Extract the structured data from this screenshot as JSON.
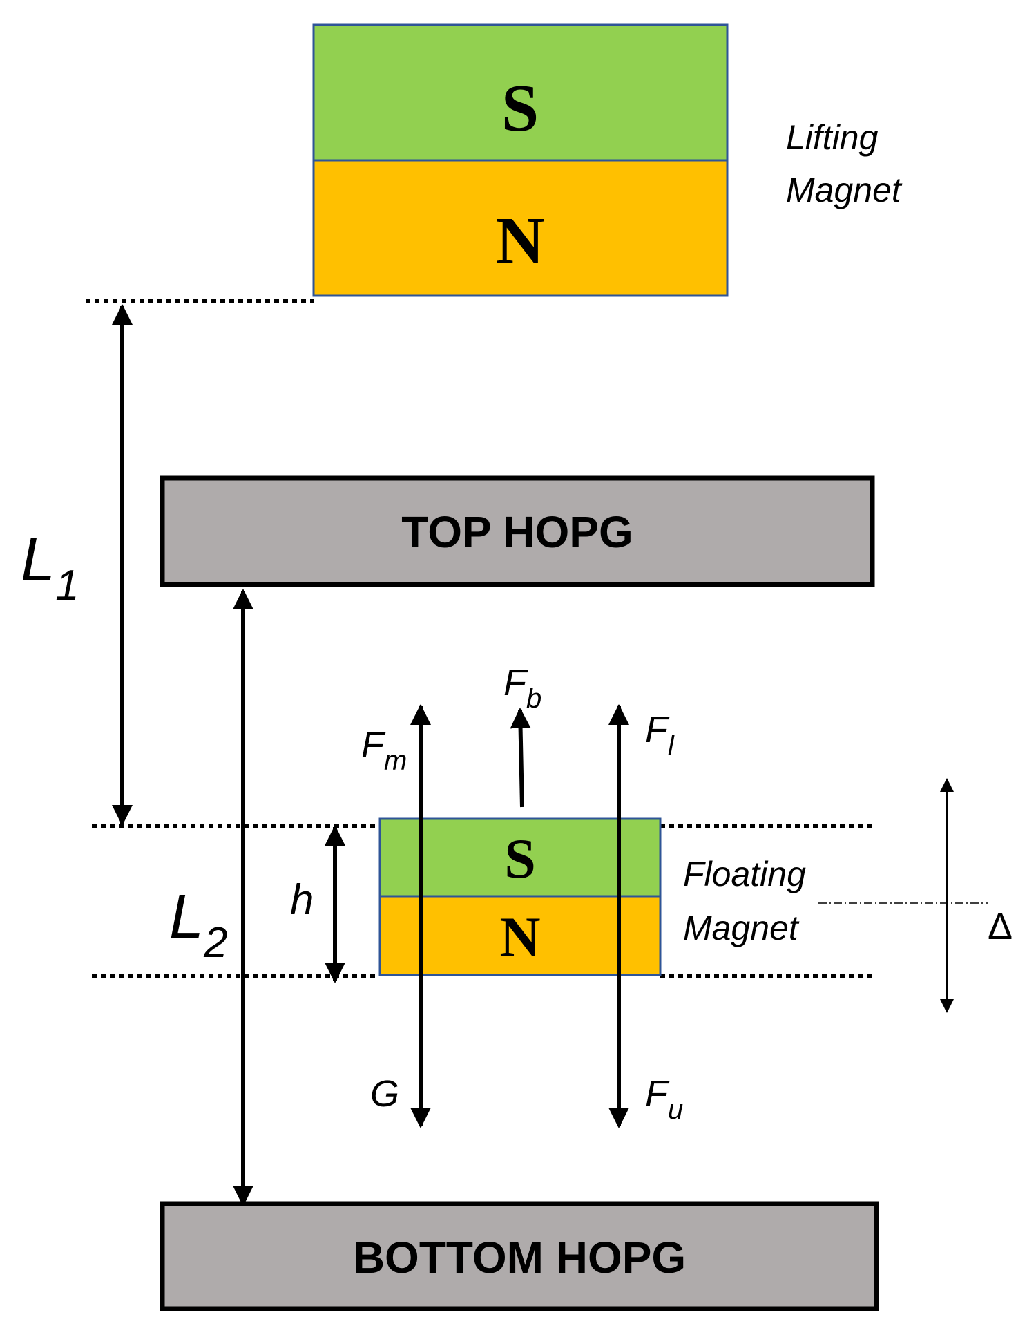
{
  "lifting_magnet": {
    "label_line1": "Lifting",
    "label_line2": "Magnet",
    "pole_top": "S",
    "pole_bottom": "N"
  },
  "floating_magnet": {
    "label_line1": "Floating",
    "label_line2": "Magnet",
    "pole_top": "S",
    "pole_bottom": "N"
  },
  "plates": {
    "top": "TOP HOPG",
    "bottom": "BOTTOM HOPG"
  },
  "dimensions": {
    "L1": {
      "base": "L",
      "sub": "1"
    },
    "L2": {
      "base": "L",
      "sub": "2"
    },
    "h": "h",
    "delta": "Δ"
  },
  "forces": {
    "Fm": {
      "base": "F",
      "sub": "m"
    },
    "Fb": {
      "base": "F",
      "sub": "b"
    },
    "Fl": {
      "base": "F",
      "sub": "l"
    },
    "G": "G",
    "Fu": {
      "base": "F",
      "sub": "u"
    }
  },
  "colors": {
    "south": "#92d050",
    "north": "#ffc000",
    "plate": "#afabab",
    "magnet_border": "#2f5597",
    "ink": "#000000"
  }
}
